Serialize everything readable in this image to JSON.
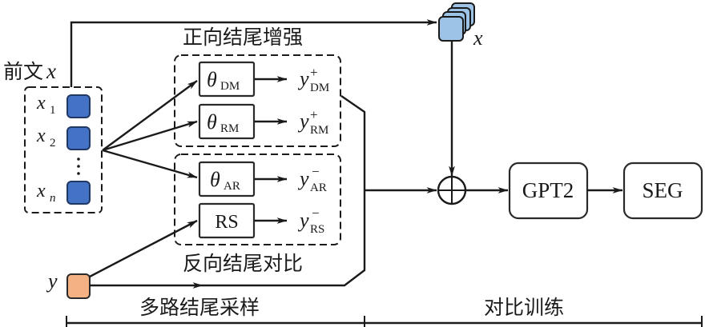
{
  "context": {
    "label": "前文",
    "var": "x",
    "tokens": [
      {
        "var": "x",
        "sub": "1"
      },
      {
        "var": "x",
        "sub": "2"
      },
      {
        "var": "x",
        "sub": "n"
      }
    ],
    "ellipsis": "⋮"
  },
  "target": {
    "var": "y"
  },
  "stacked_x": {
    "var": "x"
  },
  "positive_group": {
    "title": "正向结尾增强",
    "models": [
      {
        "theta": "θ",
        "sub": "DM",
        "out": "y",
        "sign": "+",
        "out_sub": "DM"
      },
      {
        "theta": "θ",
        "sub": "RM",
        "out": "y",
        "sign": "+",
        "out_sub": "RM"
      }
    ]
  },
  "negative_group": {
    "title": "反向结尾对比",
    "models": [
      {
        "theta": "θ",
        "sub": "AR",
        "out": "y",
        "sign": "−",
        "out_sub": "AR"
      },
      {
        "label": "RS",
        "out": "y",
        "sign": "−",
        "out_sub": "RS"
      }
    ]
  },
  "combine": {
    "symbol": "⊕"
  },
  "blocks": [
    {
      "label": "GPT2"
    },
    {
      "label": "SEG"
    }
  ],
  "stages": [
    {
      "label": "多路结尾采样"
    },
    {
      "label": "对比训练"
    }
  ],
  "colors": {
    "token_blue": "#4472c4",
    "stack_blue": "#9dc3e6",
    "target_orange": "#f4b183",
    "stroke": "#1a1a1a"
  }
}
